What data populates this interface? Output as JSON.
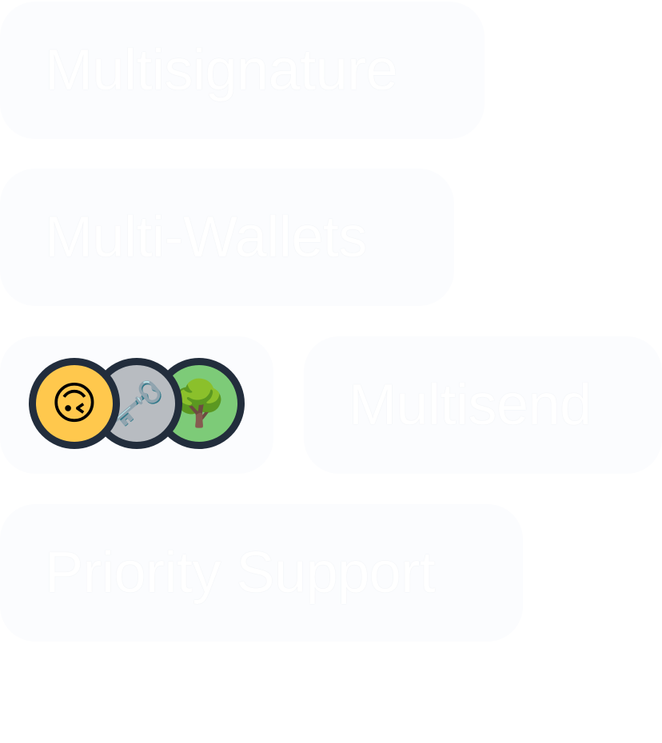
{
  "features": {
    "multisignature": {
      "label": "Multisignature"
    },
    "multi_wallets": {
      "label": "Multi-Wallets"
    },
    "multisend": {
      "label": "Multisend"
    },
    "priority_support": {
      "label": "Priority Support"
    }
  },
  "avatars": [
    {
      "name": "upside-down-face",
      "glyph": "🙃",
      "bg": "#ffc84d"
    },
    {
      "name": "old-key",
      "glyph": "🗝️",
      "bg": "#b8bcc1"
    },
    {
      "name": "deciduous-tree",
      "glyph": "🌳",
      "bg": "#7dcb78"
    }
  ],
  "colors": {
    "pill_background": "#fbfcfe",
    "avatar_border": "#222d3c",
    "label_text": "#ffffff"
  }
}
